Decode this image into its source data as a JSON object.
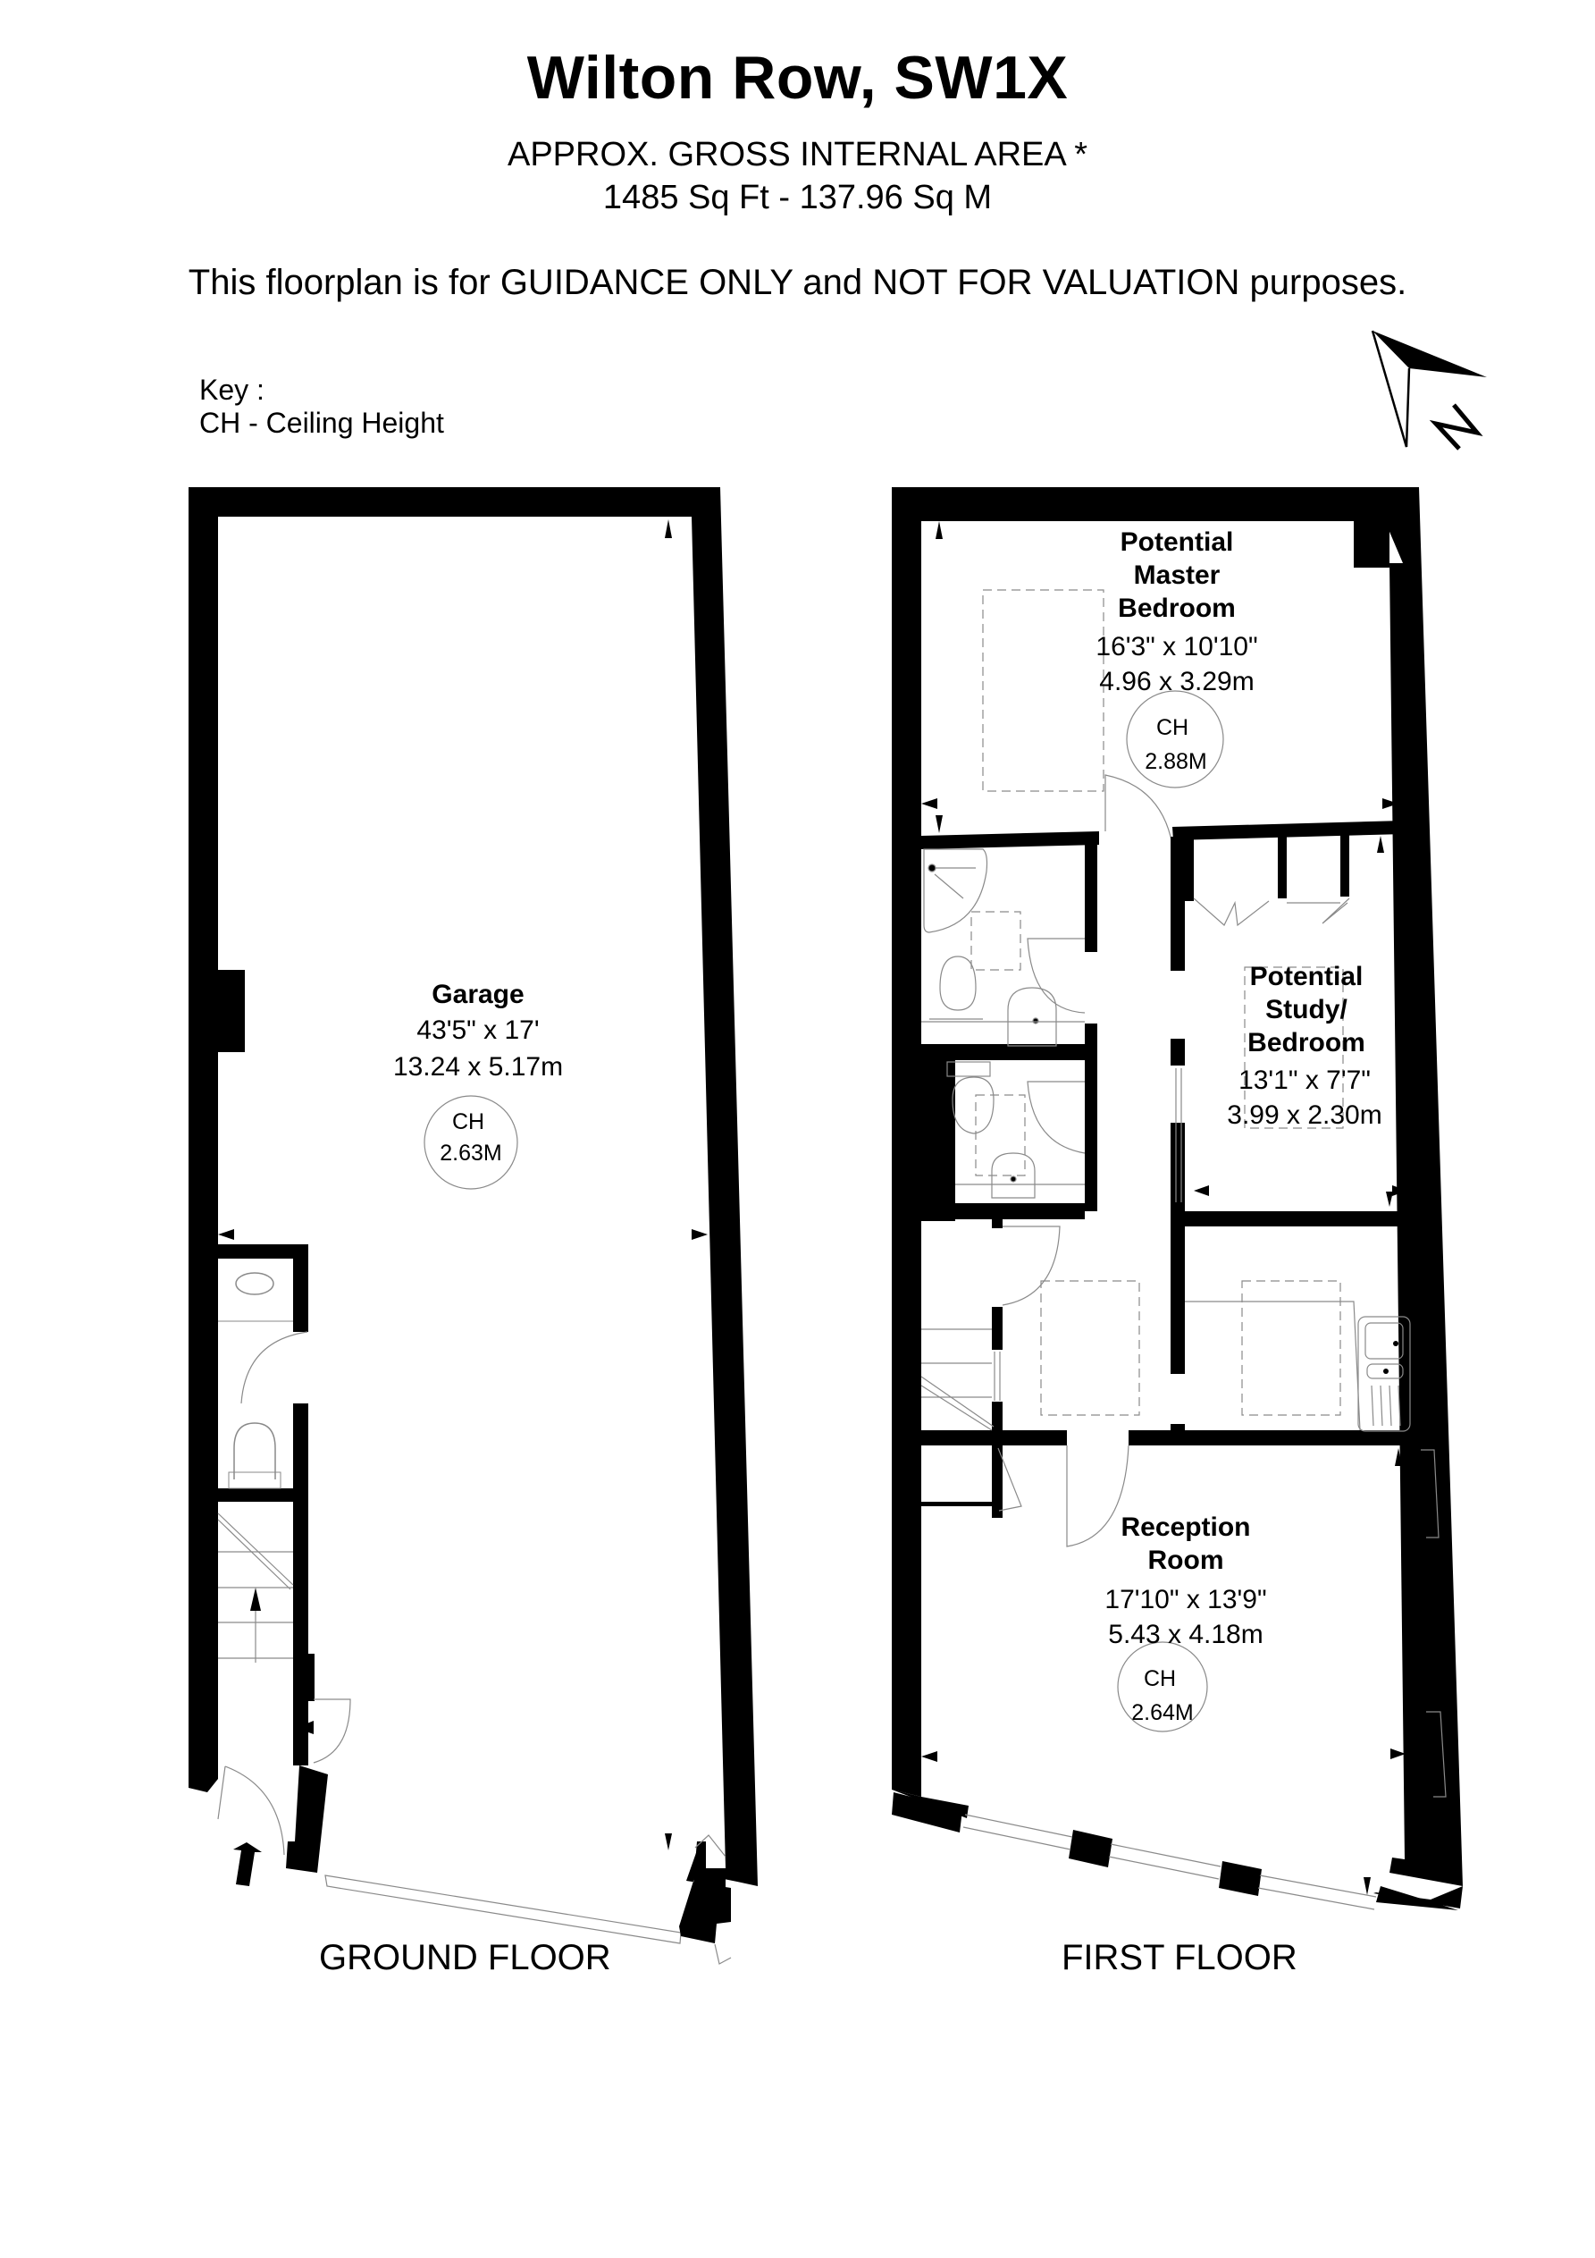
{
  "header": {
    "title": "Wilton Row, SW1X",
    "area_label": "APPROX. GROSS INTERNAL  AREA *",
    "area_value": "1485 Sq Ft  -  137.96 Sq M",
    "disclaimer": "This floorplan is for GUIDANCE ONLY and NOT FOR VALUATION purposes."
  },
  "key": {
    "heading": "Key :",
    "entries": [
      "CH - Ceiling Height"
    ]
  },
  "compass": {
    "icon": "north-arrow-icon",
    "label": "N"
  },
  "floors": [
    {
      "label": "GROUND FLOOR",
      "rooms": [
        {
          "name": "Garage",
          "dims_imperial": "43'5\" x 17'",
          "dims_metric": "13.24 x 5.17m",
          "ch_label": "CH",
          "ch_value": "2.63M"
        }
      ]
    },
    {
      "label": "FIRST FLOOR",
      "rooms": [
        {
          "name_lines": [
            "Potential",
            "Master",
            "Bedroom"
          ],
          "dims_imperial": "16'3\" x 10'10\"",
          "dims_metric": "4.96 x 3.29m",
          "ch_label": "CH",
          "ch_value": "2.88M"
        },
        {
          "name_lines": [
            "Potential",
            "Study/",
            "Bedroom"
          ],
          "dims_imperial": "13'1\" x 7'7\"",
          "dims_metric": "3.99 x 2.30m"
        },
        {
          "name_lines": [
            "Reception",
            "Room"
          ],
          "dims_imperial": "17'10\" x 13'9\"",
          "dims_metric": "5.43 x 4.18m",
          "ch_label": "CH",
          "ch_value": "2.64M"
        }
      ]
    }
  ],
  "colors": {
    "wall": "#000000",
    "fixture_line": "#8a8a8a",
    "background": "#ffffff"
  }
}
